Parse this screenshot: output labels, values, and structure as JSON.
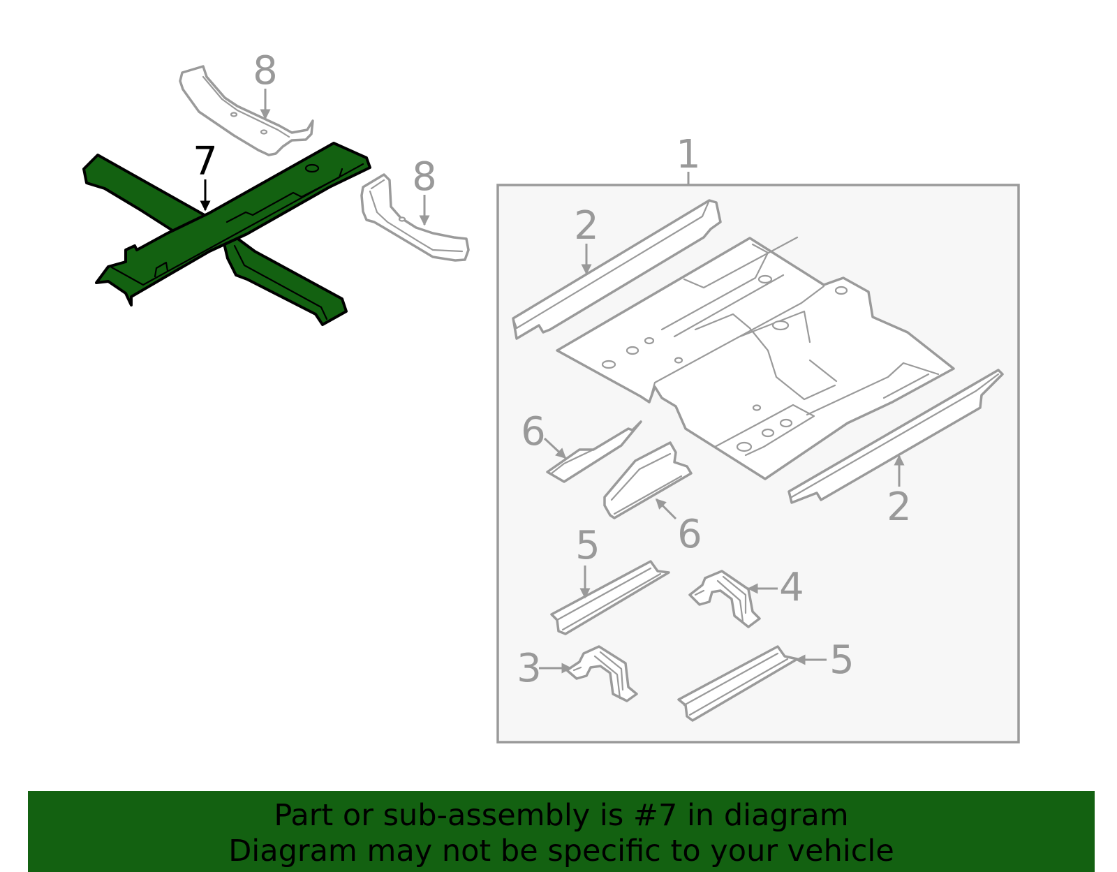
{
  "highlight_color": "#136111",
  "part_color": "#9a9a9a",
  "callouts": {
    "part_1": "1",
    "part_2_upper": "2",
    "part_2_lower": "2",
    "part_3": "3",
    "part_4": "4",
    "part_5_upper": "5",
    "part_5_lower": "5",
    "part_6_upper": "6",
    "part_6_lower": "6",
    "part_7": "7",
    "part_8_upper": "8",
    "part_8_lower": "8"
  },
  "highlighted_part": "7",
  "banner": {
    "line1": "Part or sub-assembly is #7 in diagram",
    "line2": "Diagram may not be specific to your vehicle"
  }
}
